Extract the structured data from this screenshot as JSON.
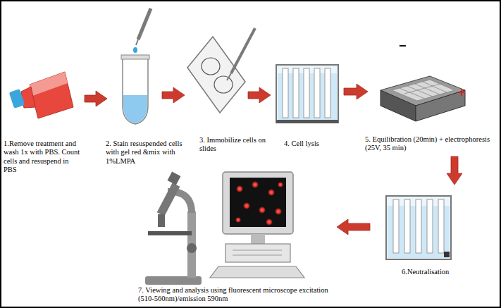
{
  "diagram": {
    "nodes": [
      {
        "text": [
          "1.Remove treatment and wash 1x with PBS. Count cells and resuspend in PBS"
        ]
      },
      {
        "text": [
          "2. Stain resuspended cells with gel red &mix with 1%LMPA"
        ]
      },
      {
        "text": [
          "3. Immobilize cells on slides"
        ]
      },
      {
        "text": [
          "4. Cell lysis"
        ]
      },
      {
        "text": [
          "5. Equilibration (20min) + electrophoresis (25V, 35 min)"
        ]
      },
      {
        "text": [
          "6.Neutralisation"
        ]
      },
      {
        "text": [
          "7. Viewing and analysis using fluorescent microscope excitation (510-560nm)/emission 590nm"
        ]
      }
    ],
    "edges": [
      {
        "from": 0,
        "to": 1,
        "arrow": "to"
      },
      {
        "from": 1,
        "to": 2,
        "arrow": "to"
      },
      {
        "from": 2,
        "to": 3,
        "arrow": "to"
      },
      {
        "from": 3,
        "to": 4,
        "arrow": "to"
      },
      {
        "from": 4,
        "to": 5,
        "arrow": "to"
      },
      {
        "from": 5,
        "to": 6,
        "arrow": "to"
      }
    ],
    "labels": [
      "−",
      "+"
    ]
  }
}
